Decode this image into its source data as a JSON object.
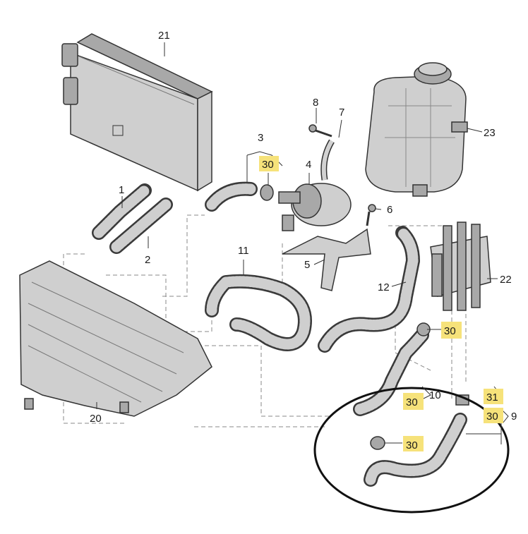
{
  "callouts": {
    "c1": "1",
    "c2": "2",
    "c3": "3",
    "c4": "4",
    "c5": "5",
    "c6": "6",
    "c7": "7",
    "c8": "8",
    "c9": "9",
    "c10": "10",
    "c11": "11",
    "c12": "12",
    "c20": "20",
    "c21": "21",
    "c22": "22",
    "c23": "23",
    "c30a": "30",
    "c30b": "30",
    "c30c": "30",
    "c30d": "30",
    "c30e": "30",
    "c31": "31"
  },
  "colors": {
    "highlight": "#f6e27a",
    "line": "#333333",
    "part_fill": "#cfcfcf",
    "ellipse": "#111111"
  }
}
